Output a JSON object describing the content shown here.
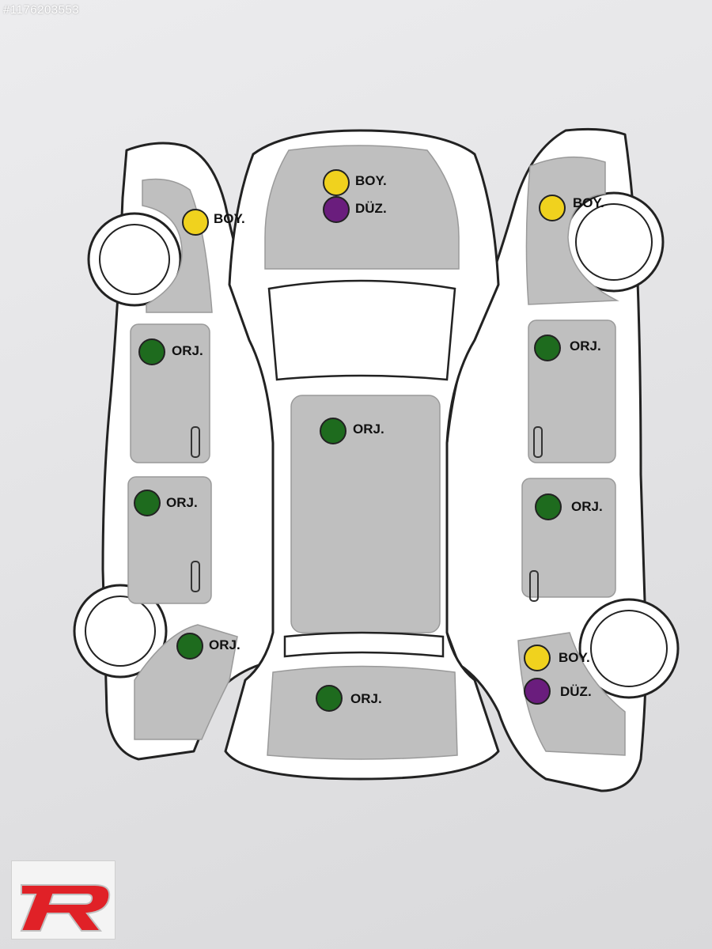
{
  "listing_id": "#1176203553",
  "status_colors": {
    "BOY.": "#f0d21e",
    "DÜZ.": "#6a1d7d",
    "ORJ.": "#1e6b1e"
  },
  "panels": [
    {
      "id": "front-hood",
      "status": "BOY.",
      "status2": "DÜZ."
    },
    {
      "id": "left-front-fender",
      "status": "BOY."
    },
    {
      "id": "right-front-fender",
      "status": "BOY."
    },
    {
      "id": "left-front-door",
      "status": "ORJ."
    },
    {
      "id": "right-front-door",
      "status": "ORJ."
    },
    {
      "id": "roof",
      "status": "ORJ."
    },
    {
      "id": "left-rear-door",
      "status": "ORJ."
    },
    {
      "id": "right-rear-door",
      "status": "ORJ."
    },
    {
      "id": "left-rear-quarter",
      "status": "ORJ."
    },
    {
      "id": "right-rear-quarter",
      "status": "BOY.",
      "status2": "DÜZ."
    },
    {
      "id": "trunk",
      "status": "ORJ."
    }
  ],
  "logo": {
    "icon": "car-logo-icon",
    "color": "#e02127"
  }
}
